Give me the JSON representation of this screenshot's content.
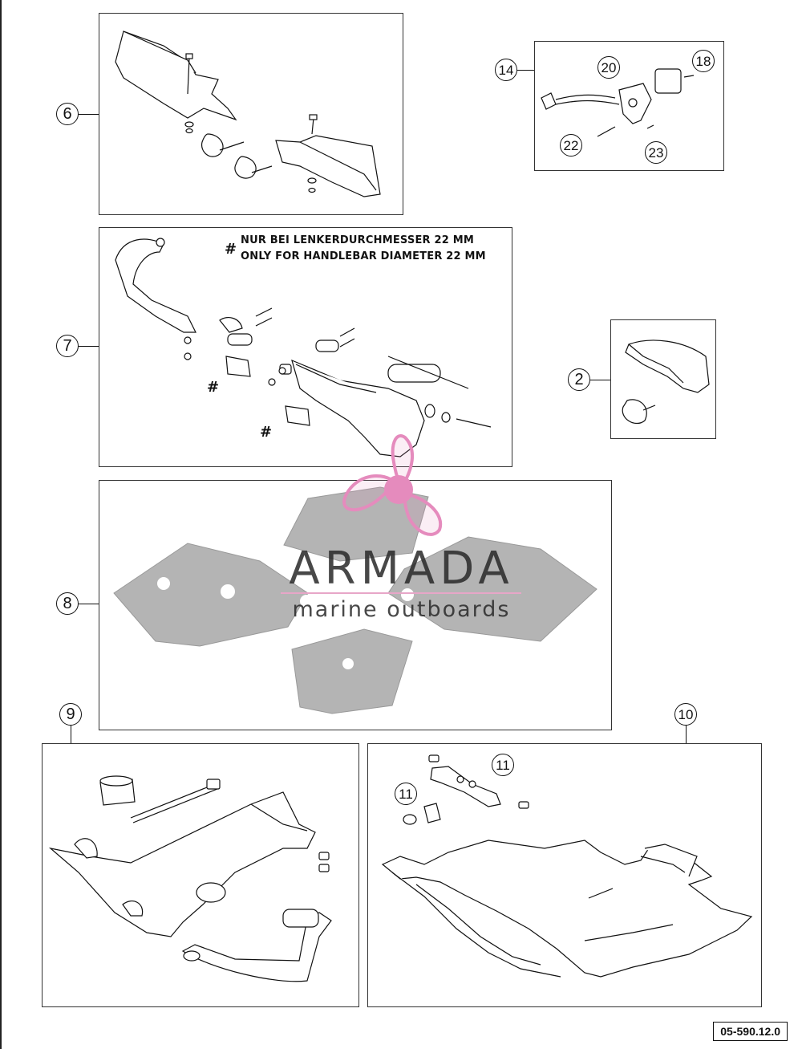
{
  "callouts": {
    "c6": "6",
    "c7": "7",
    "c8": "8",
    "c9": "9",
    "c10": "10",
    "c14": "14",
    "c18": "18",
    "c20": "20",
    "c22": "22",
    "c23": "23",
    "c2": "2",
    "c11a": "11",
    "c11b": "11"
  },
  "note": {
    "marker": "#",
    "line_de": "NUR BEI LENKERDURCHMESSER 22 MM",
    "line_en": "ONLY FOR HANDLEBAR DIAMETER 22 MM"
  },
  "hash_markers": [
    "#",
    "#"
  ],
  "watermark": {
    "name": "ARMADA",
    "tagline": "marine outboards",
    "accent": "#e58bbd"
  },
  "doc_number": "05-590.12.0",
  "colors": {
    "line": "#111111",
    "sticker_fill": "#b4b4b4",
    "part_fill": "#ffffff"
  }
}
